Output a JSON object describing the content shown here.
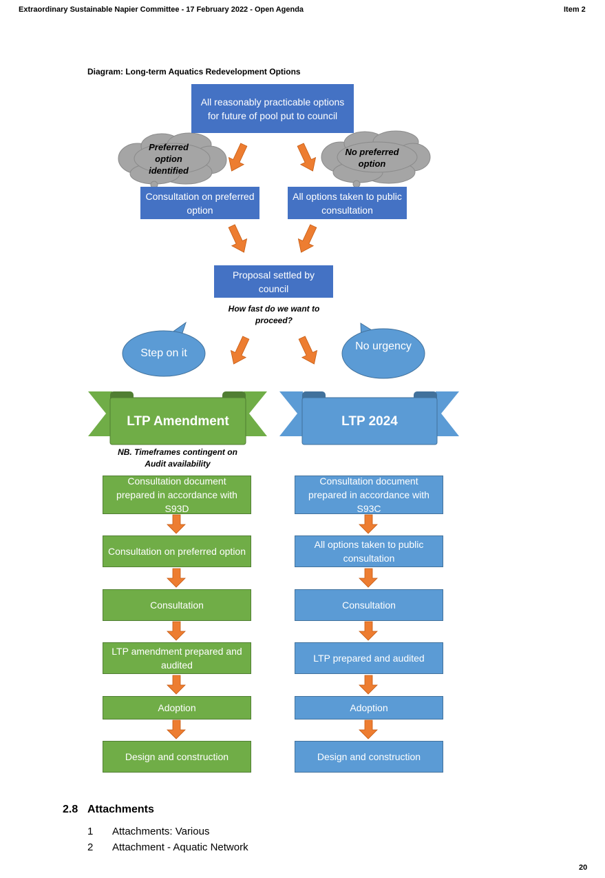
{
  "header": {
    "title": "Extraordinary Sustainable Napier Committee - 17 February 2022 - Open Agenda",
    "item": "Item 2"
  },
  "diagram": {
    "title": "Diagram: Long-term Aquatics Redevelopment Options",
    "top_box": "All reasonably practicable options for future of pool put to council",
    "cloud_left": "Preferred option identified",
    "cloud_right": "No preferred option",
    "box_preferred": "Consultation on preferred option",
    "box_all_options": "All options taken to public consultation",
    "box_proposal": "Proposal settled by council",
    "question": "How fast do we want to proceed?",
    "bubble_left": "Step on it",
    "bubble_right": "No urgency",
    "banner_left": "LTP Amendment",
    "banner_right": "LTP 2024",
    "note": "NB. Timeframes contingent on Audit availability",
    "left_steps": [
      "Consultation document prepared in accordance with S93D",
      "Consultation on preferred option",
      "Consultation",
      "LTP amendment prepared and audited",
      "Adoption",
      "Design and construction"
    ],
    "right_steps": [
      "Consultation document prepared in accordance with S93C",
      "All options taken to public consultation",
      "Consultation",
      "LTP prepared and audited",
      "Adoption",
      "Design and construction"
    ],
    "colors": {
      "dark_blue": "#4472c4",
      "light_blue": "#5b9bd5",
      "green": "#70ad47",
      "arrow_orange": "#ed7d31",
      "cloud_grey": "#a5a5a5"
    }
  },
  "attachments": {
    "heading_number": "2.8",
    "heading": "Attachments",
    "items": [
      {
        "number": "1",
        "label": "Attachments: Various"
      },
      {
        "number": "2",
        "label": "Attachment - Aquatic Network"
      }
    ]
  },
  "footer": {
    "page_number": "20"
  }
}
